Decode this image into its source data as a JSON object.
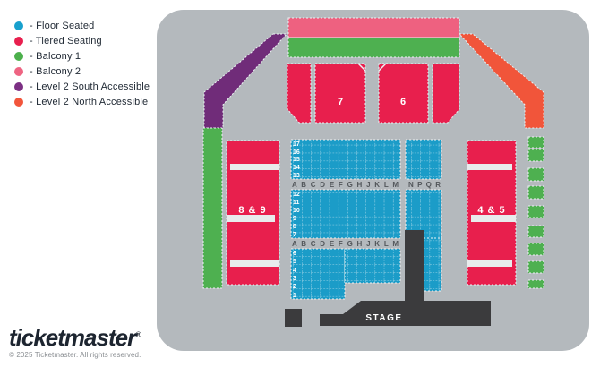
{
  "legend": {
    "items": [
      {
        "label": "- Floor Seated",
        "color": "#18a0cd"
      },
      {
        "label": "- Tiered Seating",
        "color": "#e81f4e"
      },
      {
        "label": "- Balcony 1",
        "color": "#4cb04c"
      },
      {
        "label": "- Balcony 2",
        "color": "#ee6482"
      },
      {
        "label": "- Level 2 South Accessible",
        "color": "#7c3084"
      },
      {
        "label": "- Level 2 North Accessible",
        "color": "#f2553b"
      }
    ]
  },
  "colors": {
    "map_bg": "#b4b9bd",
    "teal": "#1b9cc8",
    "red": "#e81f4d",
    "pink": "#ee6180",
    "green": "#4eb050",
    "purple": "#702c79",
    "orange": "#f1553a",
    "stage": "#3b3b3d",
    "aisle": "#e8ebec",
    "letters": "#53575b",
    "rownum": "#ffffff",
    "white_label": "#ffffff"
  },
  "map": {
    "block7_label": "7",
    "block6_label": "6",
    "left_block_label": "8 & 9",
    "right_block_label": "4 & 5",
    "stage_label": "STAGE",
    "floor": {
      "letters_main": "A B C D E F G H J K L M",
      "letters_right": "N P Q R",
      "rows_top": [
        "17",
        "16",
        "15",
        "14",
        "13"
      ],
      "rows_mid": [
        "12",
        "11",
        "10",
        "9",
        "8",
        "7"
      ],
      "rows_bottom": [
        "6",
        "5",
        "4",
        "3",
        "2",
        "1"
      ]
    }
  },
  "footer": {
    "logo": "ticketmaster",
    "reg": "®",
    "copyright": "© 2025 Ticketmaster. All rights reserved."
  }
}
